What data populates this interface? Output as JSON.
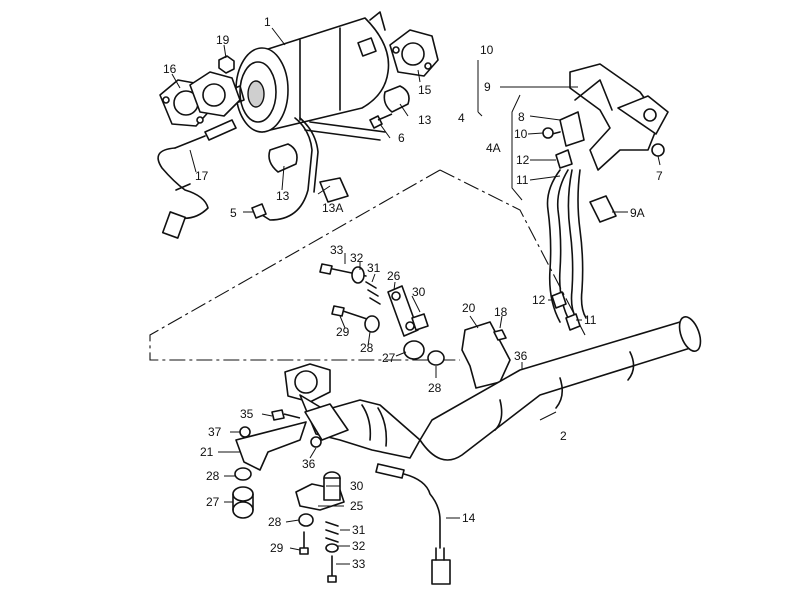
{
  "labels": {
    "p1": "1",
    "p2": "2",
    "p4": "4",
    "p4A": "4A",
    "p5": "5",
    "p6": "6",
    "p7": "7",
    "p8": "8",
    "p9": "9",
    "p9A": "9A",
    "p10a": "10",
    "p10b": "10",
    "p11a": "11",
    "p11b": "11",
    "p12a": "12",
    "p12b": "12",
    "p13a": "13",
    "p13b": "13",
    "p13A": "13A",
    "p14": "14",
    "p15": "15",
    "p16": "16",
    "p17": "17",
    "p18": "18",
    "p19": "19",
    "p20": "20",
    "p21": "21",
    "p25": "25",
    "p26": "26",
    "p27": "27",
    "p28a": "28",
    "p28b": "28",
    "p28c": "28",
    "p29a": "29",
    "p29b": "29",
    "p30a": "30",
    "p30b": "30",
    "p31a": "31",
    "p31b": "31",
    "p32a": "32",
    "p32b": "32",
    "p33a": "33",
    "p33b": "33",
    "p35": "35",
    "p36a": "36",
    "p36b": "36",
    "p37": "37"
  }
}
